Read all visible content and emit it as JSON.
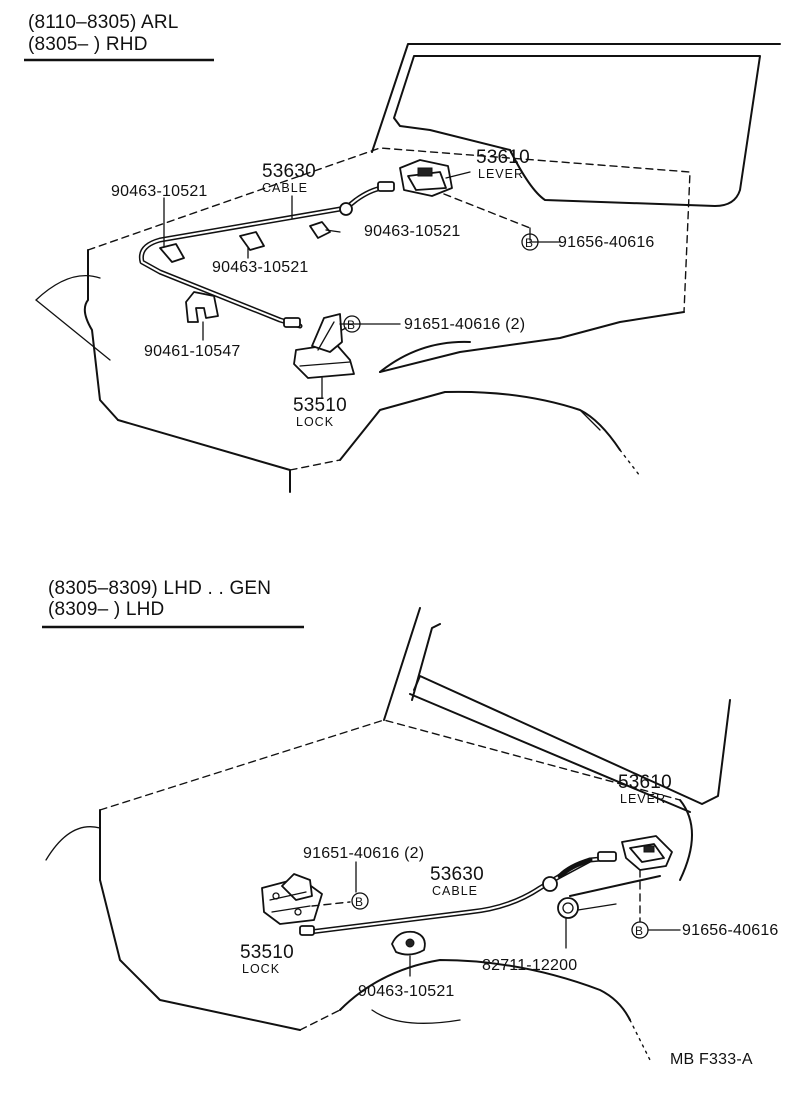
{
  "top": {
    "header": {
      "line1": "(8110–8305) ARL",
      "line2": "(8305–        ) RHD"
    },
    "labels": {
      "cable_pn": "53630",
      "cable_name": "CABLE",
      "lever_pn": "53610",
      "lever_name": "LEVER",
      "lock_pn": "53510",
      "lock_name": "LOCK",
      "clamp_a": "90463-10521",
      "clamp_b": "90463-10521",
      "clamp_c": "90463-10521",
      "bracket": "90461-10547",
      "bolt_lock": "91651-40616 (2)",
      "bolt_lever": "91656-40616",
      "bolt_marker_lock": "B",
      "bolt_marker_lever": "B"
    }
  },
  "bottom": {
    "header": {
      "line1": "(8305–8309) LHD . . GEN",
      "line2": "(8309–        ) LHD"
    },
    "labels": {
      "lever_pn": "53610",
      "lever_name": "LEVER",
      "cable_pn": "53630",
      "cable_name": "CABLE",
      "lock_pn": "53510",
      "lock_name": "LOCK",
      "bolt_lock": "91651-40616 (2)",
      "bolt_lever": "91656-40616",
      "clamp": "90463-10521",
      "grommet": "82711-12200",
      "bolt_marker_lock": "B",
      "bolt_marker_lever": "B"
    }
  },
  "footer": {
    "code": "MB   F333-A"
  }
}
